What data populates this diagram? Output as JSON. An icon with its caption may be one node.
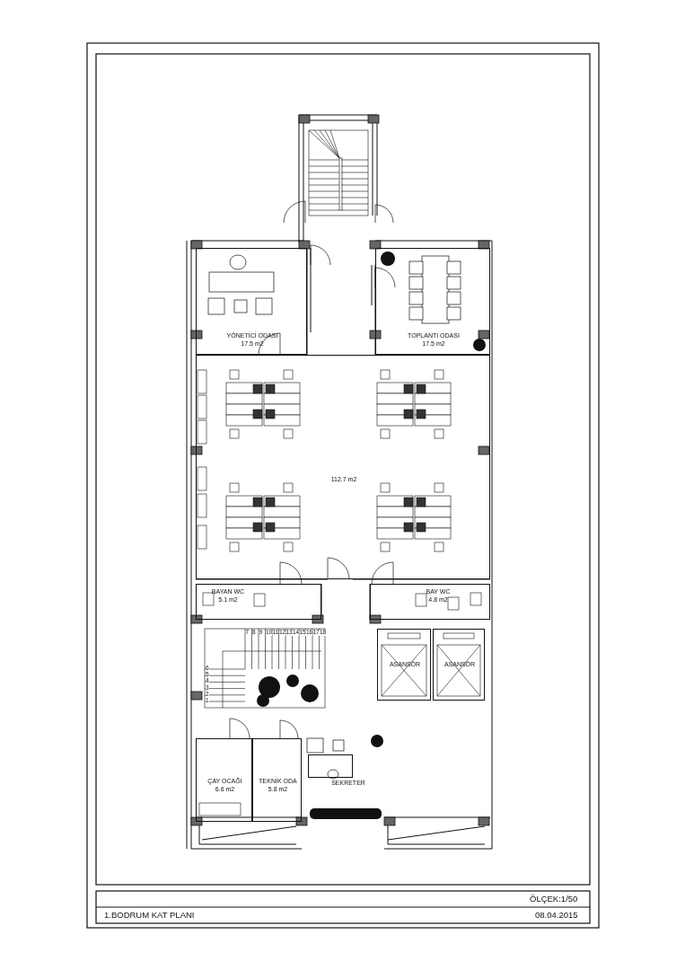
{
  "diagram": {
    "nodes": [
      {
        "text": [
          "YÖNETİCİ ODASI",
          "17.5 m2"
        ]
      },
      {
        "text": [
          "TOPLANTI ODASI",
          "17.5 m2"
        ]
      },
      {
        "text": [
          "112.7 m2"
        ]
      },
      {
        "text": [
          "BAYAN WC",
          "5.1 m2"
        ]
      },
      {
        "text": [
          "BAY WC",
          "4.8 m2"
        ]
      },
      {
        "text": [
          "ASANSÖR"
        ]
      },
      {
        "text": [
          "ASANSÖR"
        ]
      },
      {
        "text": [
          "ÇAY OCAĞI",
          "6.6 m2"
        ]
      },
      {
        "text": [
          "TEKNİK ODA",
          "5.8 m2"
        ]
      },
      {
        "text": [
          "SEKRETER"
        ]
      }
    ],
    "labels": [
      "7",
      "8",
      "9",
      "10",
      "11",
      "12",
      "13",
      "14",
      "15",
      "16",
      "17",
      "18",
      "6",
      "5",
      "4",
      "3",
      "2",
      "1",
      "ÖLÇEK:1/50",
      "1.BODRUM KAT PLANI",
      "08.04.2015"
    ]
  }
}
